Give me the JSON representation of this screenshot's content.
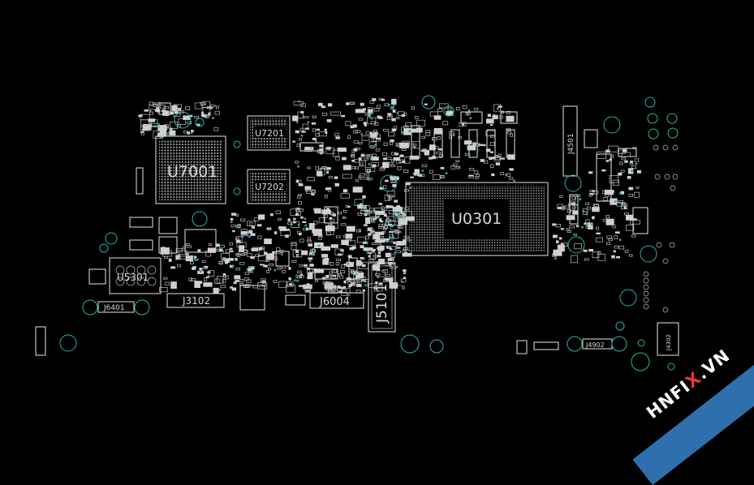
{
  "labels": {
    "u0301": "U0301",
    "u7001": "U7001",
    "u7201": "U7201",
    "u7202": "U7202",
    "j5101": "J5101",
    "j6004": "J6004",
    "j3102": "J3102",
    "j6401": "J6401",
    "j4501": "J4501",
    "u5301": "U5301",
    "j4902": "J4902",
    "j4302": "J4302"
  },
  "watermark": {
    "prefix": "HNFI",
    "x": "X",
    "suffix": ".VN"
  },
  "colors": {
    "background": "#000000",
    "outline": "#e6e6e6",
    "via": "#2fb3a8",
    "watermark_band": "#2f6fae",
    "watermark_x": "#e53935"
  }
}
